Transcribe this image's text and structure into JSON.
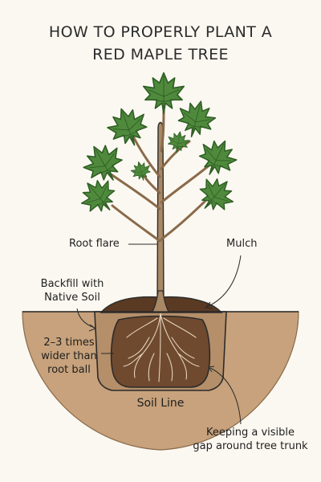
{
  "title_line1": "HOW TO PROPERLY PLANT A",
  "title_line2": "RED MAPLE TREE",
  "labels": {
    "root_flare": "Root flare",
    "mulch": "Mulch",
    "backfill_line1": "Backfill with",
    "backfill_line2": "Native Soil",
    "width_line1": "2–3 times",
    "width_line2": "wider than",
    "width_line3": "root ball",
    "soil_line": "Soil Line",
    "gap_line1": "Keeping a visible",
    "gap_line2": "gap around tree trunk"
  },
  "colors": {
    "background": "#fbf8f1",
    "soil": "#c7a27c",
    "soil_dark": "#a9835c",
    "root_ball": "#6f4a2f",
    "mulch": "#5a3a22",
    "leaf": "#4f8a3c",
    "leaf_dark": "#2f5e25",
    "trunk": "#9b7a5a",
    "outline": "#2b2b2b"
  }
}
